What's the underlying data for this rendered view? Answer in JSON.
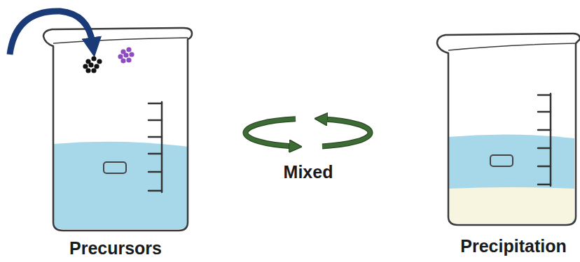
{
  "diagram": {
    "labels": [
      "Precursors",
      "Mixed",
      "Precipitation"
    ]
  }
}
